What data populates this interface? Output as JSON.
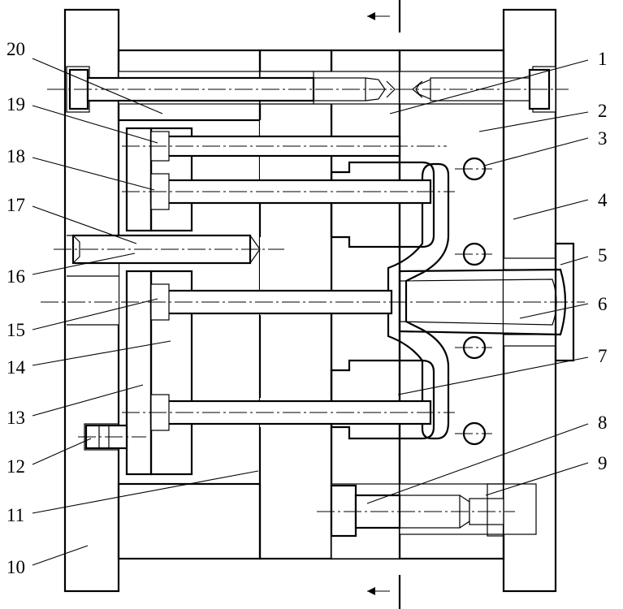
{
  "diagram": {
    "callouts": [
      {
        "id": "1",
        "text": "1"
      },
      {
        "id": "2",
        "text": "2"
      },
      {
        "id": "3",
        "text": "3"
      },
      {
        "id": "4",
        "text": "4"
      },
      {
        "id": "5",
        "text": "5"
      },
      {
        "id": "6",
        "text": "6"
      },
      {
        "id": "7",
        "text": "7"
      },
      {
        "id": "8",
        "text": "8"
      },
      {
        "id": "9",
        "text": "9"
      },
      {
        "id": "10",
        "text": "10"
      },
      {
        "id": "11",
        "text": "11"
      },
      {
        "id": "12",
        "text": "12"
      },
      {
        "id": "13",
        "text": "13"
      },
      {
        "id": "14",
        "text": "14"
      },
      {
        "id": "15",
        "text": "15"
      },
      {
        "id": "16",
        "text": "16"
      },
      {
        "id": "17",
        "text": "17"
      },
      {
        "id": "18",
        "text": "18"
      },
      {
        "id": "19",
        "text": "19"
      },
      {
        "id": "20",
        "text": "20"
      }
    ],
    "colors": {
      "ink": "#000000",
      "paper": "#ffffff"
    }
  }
}
